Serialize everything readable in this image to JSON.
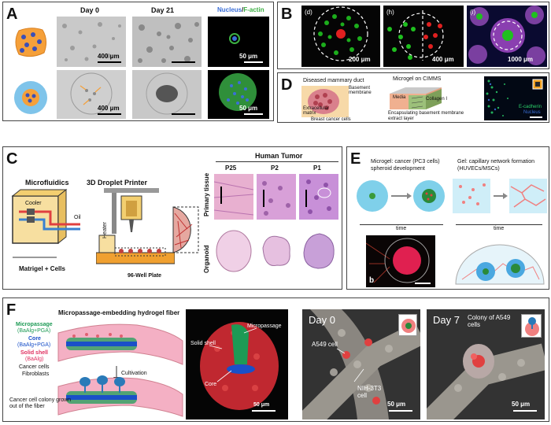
{
  "panels": {
    "A": {
      "label": "A",
      "day0": "Day 0",
      "day21": "Day 21",
      "legend_nucleus": "Nucleus",
      "legend_sep": "/",
      "legend_factin": "F-actin",
      "scale_400_top": "400 μm",
      "scale_50_top": "50 μm",
      "scale_400_bottom": "400 μm",
      "scale_50_bottom": "50 μm"
    },
    "B": {
      "label": "B",
      "sub_d": "(d)",
      "sub_h": "(h)",
      "sub_i": "(i)",
      "scale_200": "200 μm",
      "scale_400": "400 μm",
      "scale_1000": "1000 μm"
    },
    "C": {
      "label": "C",
      "microfluidics": "Microfluidics",
      "printer": "3D Droplet Printer",
      "cooler": "Cooler",
      "oil": "Oil",
      "heater": "Heater",
      "matrigel": "Matrigel + Cells",
      "plate": "96-Well Plate",
      "human_tumor": "Human Tumor",
      "p25": "P25",
      "p2": "P2",
      "p1": "P1",
      "primary_tissue": "Primary tissue",
      "organoid": "Organoid"
    },
    "D": {
      "label": "D",
      "diseased_duct": "Diseased mammary duct",
      "basement_membrane": "Basement membrane",
      "extracellular_matrix": "Extracellular matrix",
      "breast_cancer_cells": "Breast cancer cells",
      "microgel_title": "Microgel on CIMMS",
      "media": "Media",
      "collagen": "Collagen I",
      "encapsulating": "Encapsulating basement membrane extract layer",
      "ecadherin": "E-cadherin",
      "nucleus": "Nucleus"
    },
    "E": {
      "label": "E",
      "microgel_text": "Microgel: cancer (PC3 cells) spheroid development",
      "gel_text": "Gel: capillary network formation (HUVECs/MSCs)",
      "time1": "time",
      "time2": "time",
      "sub_b": "b"
    },
    "F": {
      "label": "F",
      "title": "Micropassage-embedding hydrogel fiber",
      "micropassage": "Micropassage",
      "micropassage_comp": "(BaAlg+PGA)",
      "core": "Core",
      "core_comp": "(BaAlg+PGA)",
      "solid_shell": "Solid shell",
      "solid_shell_comp": "(BaAlg)",
      "cancer_cells": "Cancer cells",
      "fibroblasts": "Fibroblasts",
      "cultivation": "Cultivation",
      "colony": "Cancer cell colony grown out of the fiber",
      "sec_solid_shell": "Solid shell",
      "sec_micropassage": "Micropassage",
      "sec_core": "Core",
      "sec_scale": "50 μm",
      "day0": "Day 0",
      "a549": "A549 cell",
      "nih": "NIH-3T3 cell",
      "scale_day0": "50 μm",
      "day7": "Day 7",
      "colony_a549": "Colony of A549 cells",
      "scale_day7": "50 μm"
    }
  },
  "colors": {
    "nucleus_blue": "#3b6fd8",
    "factin_green": "#3cb043",
    "shell_red": "#e03060",
    "core_blue": "#1a50c8",
    "micropassage_green": "#1d9a55",
    "ecadherin_green": "#2bd06a"
  }
}
